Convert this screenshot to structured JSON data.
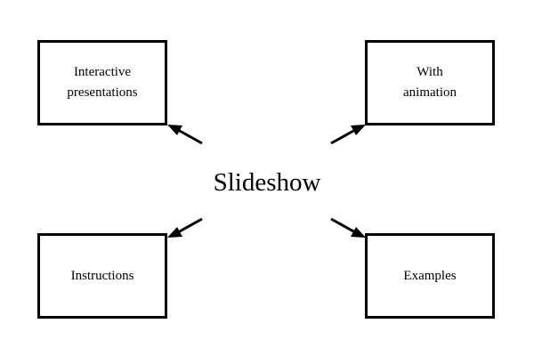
{
  "center": {
    "label": "Slideshow"
  },
  "nodes": [
    {
      "id": "tl",
      "label": "Interactive\npresentations"
    },
    {
      "id": "tr",
      "label": "With\nanimation"
    },
    {
      "id": "bl",
      "label": "Instructions"
    },
    {
      "id": "br",
      "label": "Examples"
    }
  ],
  "colors": {
    "stroke": "#000000",
    "background": "#ffffff"
  }
}
